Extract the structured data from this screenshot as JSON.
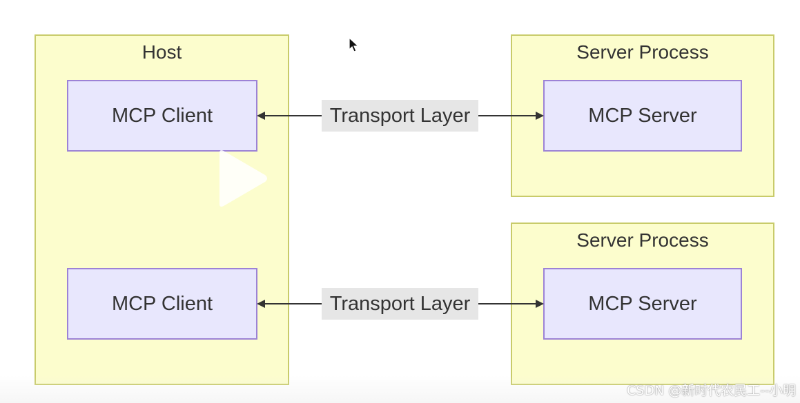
{
  "host": {
    "title": "Host"
  },
  "clients": [
    {
      "label": "MCP Client"
    },
    {
      "label": "MCP Client"
    }
  ],
  "server_processes": [
    {
      "title": "Server Process",
      "server_label": "MCP Server"
    },
    {
      "title": "Server Process",
      "server_label": "MCP Server"
    }
  ],
  "connections": [
    {
      "label": "Transport Layer",
      "direction": "bidirectional"
    },
    {
      "label": "Transport Layer",
      "direction": "bidirectional"
    }
  ],
  "watermark": "CSDN @新时代农民工--小明",
  "icons": {
    "overlay": "play-icon",
    "pointer": "mouse-cursor-icon"
  },
  "colors": {
    "cluster_fill": "#fcfdcd",
    "cluster_border": "#c8cb6a",
    "node_fill": "#e8e7fd",
    "node_border": "#9c82d6",
    "edge_label_bg": "#e6e6e6",
    "edge_color": "#333333"
  }
}
